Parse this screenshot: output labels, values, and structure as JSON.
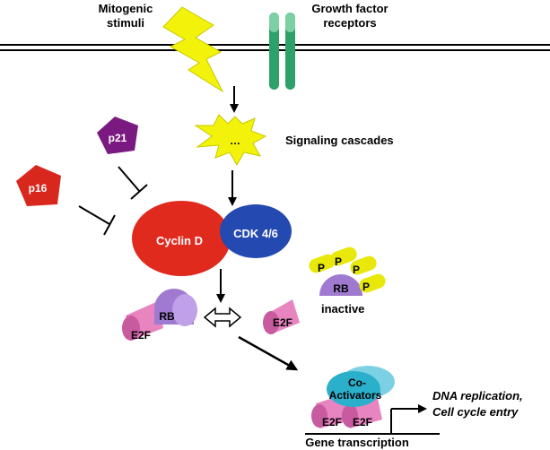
{
  "labels": {
    "mitogenic_stimuli_line1": "Mitogenic",
    "mitogenic_stimuli_line2": "stimuli",
    "growth_factor_line1": "Growth factor",
    "growth_factor_line2": "receptors",
    "signaling_dots": "…",
    "signaling_cascades": "Signaling cascades",
    "p21": "p21",
    "p16": "p16",
    "cyclin_d": "Cyclin D",
    "cdk": "CDK 4/6",
    "p": "P",
    "rb": "RB",
    "inactive": "inactive",
    "e2f": "E2F",
    "coactivators_line1": "Co-",
    "coactivators_line2": "Activators",
    "dna_replication_line1": "DNA replication,",
    "dna_replication_line2": "Cell cycle entry",
    "gene_transcription": "Gene transcription"
  },
  "colors": {
    "lightning": "#f2f20a",
    "receptor": "#2ea06a",
    "cyclin": "#e02a1e",
    "cdk": "#2449b0",
    "p21": "#7a1a80",
    "p16": "#d8281e",
    "rb": "#a07ad0",
    "e2f": "#e884c0",
    "coactivator": "#2bb0cc",
    "phosphate": "#e8e80a"
  }
}
